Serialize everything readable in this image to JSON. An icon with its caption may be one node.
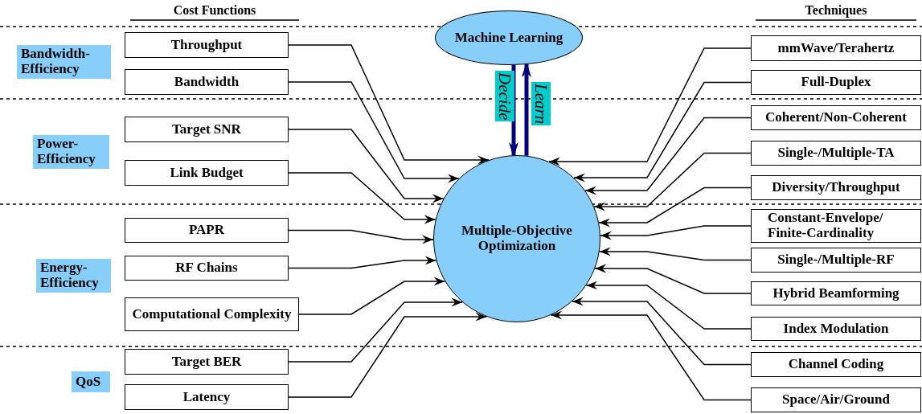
{
  "diagram": {
    "nodes": [
      {
        "text": [
          "Machine Learning"
        ]
      },
      {
        "text": [
          "Multiple-Objective Optimization"
        ]
      },
      {
        "text": [
          "Throughput"
        ]
      },
      {
        "text": [
          "Bandwidth"
        ]
      },
      {
        "text": [
          "Target SNR"
        ]
      },
      {
        "text": [
          "Link Budget"
        ]
      },
      {
        "text": [
          "PAPR"
        ]
      },
      {
        "text": [
          "RF Chains"
        ]
      },
      {
        "text": [
          "Computational Complexity"
        ]
      },
      {
        "text": [
          "Target BER"
        ]
      },
      {
        "text": [
          "Latency"
        ]
      },
      {
        "text": [
          "mmWave/Terahertz"
        ]
      },
      {
        "text": [
          "Full-Duplex"
        ]
      },
      {
        "text": [
          "Coherent/Non-Coherent"
        ]
      },
      {
        "text": [
          "Single-/Multiple-TA"
        ]
      },
      {
        "text": [
          "Diversity/Throughput"
        ]
      },
      {
        "text": [
          "Constant-Envelope/ Finite-Cardinality"
        ]
      },
      {
        "text": [
          "Single-/Multiple-RF"
        ]
      },
      {
        "text": [
          "Hybrid Beamforming"
        ]
      },
      {
        "text": [
          "Index Modulation"
        ]
      },
      {
        "text": [
          "Channel Coding"
        ]
      },
      {
        "text": [
          "Space/Air/Ground"
        ]
      },
      {
        "text": [
          "Bandwidth-Efficiency"
        ]
      },
      {
        "text": [
          "Power-Efficiency"
        ]
      },
      {
        "text": [
          "Energy-Efficiency"
        ]
      },
      {
        "text": [
          "QoS"
        ]
      }
    ],
    "edges": [
      {
        "from": 0,
        "to": 1,
        "arrow": "to",
        "label": "Decide",
        "style": "thick",
        "color": "#000080"
      },
      {
        "from": 1,
        "to": 0,
        "arrow": "to",
        "label": "Learn",
        "style": "thick",
        "color": "#000080"
      },
      {
        "from": 2,
        "to": 1,
        "arrow": "to"
      },
      {
        "from": 3,
        "to": 1,
        "arrow": "to"
      },
      {
        "from": 4,
        "to": 1,
        "arrow": "to"
      },
      {
        "from": 5,
        "to": 1,
        "arrow": "to"
      },
      {
        "from": 6,
        "to": 1,
        "arrow": "to"
      },
      {
        "from": 7,
        "to": 1,
        "arrow": "to"
      },
      {
        "from": 8,
        "to": 1,
        "arrow": "to"
      },
      {
        "from": 9,
        "to": 1,
        "arrow": "to"
      },
      {
        "from": 10,
        "to": 1,
        "arrow": "to"
      },
      {
        "from": 11,
        "to": 1,
        "arrow": "to"
      },
      {
        "from": 12,
        "to": 1,
        "arrow": "to"
      },
      {
        "from": 13,
        "to": 1,
        "arrow": "to"
      },
      {
        "from": 14,
        "to": 1,
        "arrow": "to"
      },
      {
        "from": 15,
        "to": 1,
        "arrow": "to"
      },
      {
        "from": 16,
        "to": 1,
        "arrow": "to"
      },
      {
        "from": 17,
        "to": 1,
        "arrow": "to"
      },
      {
        "from": 18,
        "to": 1,
        "arrow": "to"
      },
      {
        "from": 19,
        "to": 1,
        "arrow": "to"
      },
      {
        "from": 20,
        "to": 1,
        "arrow": "to"
      },
      {
        "from": 21,
        "to": 1,
        "arrow": "to"
      }
    ],
    "labels": [
      "Cost Functions",
      "Techniques"
    ]
  }
}
